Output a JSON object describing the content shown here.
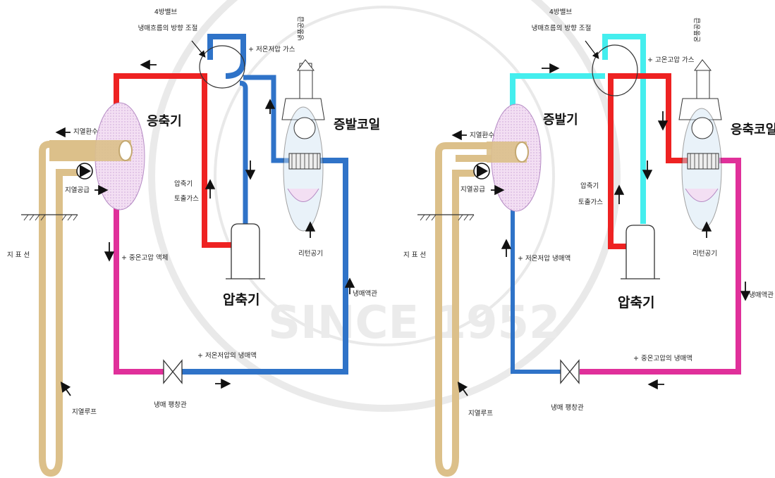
{
  "diagrams": [
    {
      "mode": "cooling",
      "valve_title": "4방밸브",
      "valve_desc": "냉매흐름의 방향 조절",
      "valve_port_label": "+ 저온저압 가스",
      "fan_outlet_label": "냉풍공급",
      "return_air_label": "리턴공기",
      "indoor_coil_label": "증발코일",
      "ground_hx_label": "응축기",
      "compressor_label": "압축기",
      "discharge_label_1": "압축기",
      "discharge_label_2": "토출가스",
      "gw_return_label": "지열환수",
      "gw_supply_label": "지열공급",
      "ground_line_label": "지 표 선",
      "hx_out_label": "+ 중온고압 액체",
      "exp_out_label": "+ 저온저압의 냉매액",
      "liquid_pipe_label": "냉매액관",
      "expansion_valve_label": "냉매 팽창관",
      "ground_loop_label": "지열루프"
    },
    {
      "mode": "heating",
      "valve_title": "4방밸브",
      "valve_desc": "냉매흐름의 방향 조절",
      "valve_port_label": "+ 고온고압 가스",
      "fan_outlet_label": "온풍공급",
      "return_air_label": "리턴공기",
      "indoor_coil_label": "응축코일",
      "ground_hx_label": "증발기",
      "compressor_label": "압축기",
      "discharge_label_1": "압축기",
      "discharge_label_2": "토출가스",
      "gw_return_label": "지열환수",
      "gw_supply_label": "지열공급",
      "ground_line_label": "지 표 선",
      "hx_out_label": "+ 저온저압 냉매액",
      "exp_out_label": "+ 중온고압의 냉매액",
      "liquid_pipe_label": "냉매액관",
      "expansion_valve_label": "냉매 팽창관",
      "ground_loop_label": "지열루프"
    }
  ],
  "colors": {
    "hot_gas": "#ee2222",
    "cold_gas_cooling": "#2f73c8",
    "cold_gas_heating": "#44eeee",
    "liquid": "#e0309a",
    "low_pressure_liquid": "#2f73c8",
    "ground_loop": "#dcc08a",
    "hx_shell": "#e6c8e6",
    "watermark": "#d8d8d8"
  }
}
